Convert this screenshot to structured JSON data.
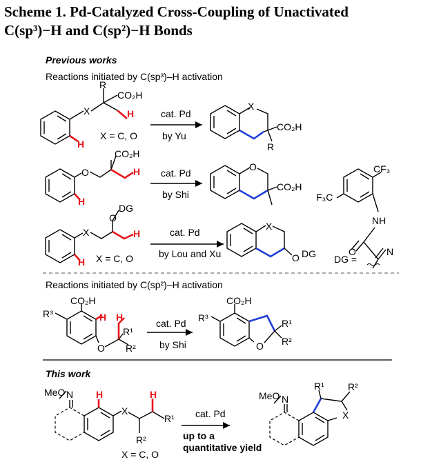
{
  "title_line1": "Scheme 1. Pd-Catalyzed Cross-Coupling of Unactivated",
  "title_line2": "C(sp³)−H and C(sp²)−H Bonds",
  "previous_works": "Previous works",
  "sp3_heading": "Reactions initiated by C(sp³)–H activation",
  "sp2_heading": "Reactions initiated by C(sp²)–H activation",
  "this_work": "This work",
  "reactions": {
    "r1": {
      "reagent": "cat. Pd",
      "author": "by Yu",
      "condition": "X = C, O"
    },
    "r2": {
      "reagent": "cat. Pd",
      "author": "by Shi"
    },
    "r3": {
      "reagent": "cat. Pd",
      "author": "by Lou and Xu",
      "condition": "X = C, O",
      "dg_label": "DG ="
    },
    "r4": {
      "reagent": "cat. Pd",
      "author": "by Shi"
    },
    "r5": {
      "reagent": "cat. Pd",
      "yield_line1": "up to a",
      "yield_line2": "quantitative yield",
      "condition": "X = C, O"
    }
  },
  "atoms": {
    "X": "X",
    "H": "H",
    "R": "R",
    "O": "O",
    "N": "N",
    "NH": "NH",
    "CO2H": "CO₂H",
    "CF3": "CF₃",
    "F3C": "F₃C",
    "DG": "DG",
    "MeO": "MeO",
    "R1": "R¹",
    "R2": "R²",
    "R3": "R³"
  }
}
